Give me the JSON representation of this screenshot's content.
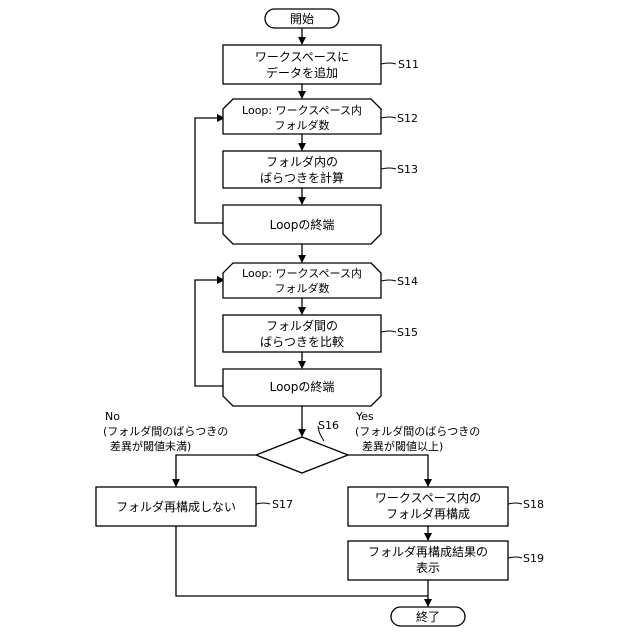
{
  "start_label": "開始",
  "end_label": "終了",
  "steps": {
    "s11": {
      "ref": "S11",
      "line1": "ワークスペースに",
      "line2": "データを追加"
    },
    "s12": {
      "ref": "S12",
      "line1": "Loop: ワークスペース内",
      "line2": "フォルダ数"
    },
    "s13": {
      "ref": "S13",
      "line1": "フォルダ内の",
      "line2": "ばらつきを計算"
    },
    "s13_end": {
      "line1": "Loopの終端"
    },
    "s14": {
      "ref": "S14",
      "line1": "Loop: ワークスペース内",
      "line2": "フォルダ数"
    },
    "s15": {
      "ref": "S15",
      "line1": "フォルダ間の",
      "line2": "ばらつきを比較"
    },
    "s15_end": {
      "line1": "Loopの終端"
    },
    "s16": {
      "ref": "S16"
    },
    "s17": {
      "ref": "S17",
      "line1": "フォルダ再構成しない"
    },
    "s18": {
      "ref": "S18",
      "line1": "ワークスペース内の",
      "line2": "フォルダ再構成"
    },
    "s19": {
      "ref": "S19",
      "line1": "フォルダ再構成結果の",
      "line2": "表示"
    }
  },
  "branches": {
    "no": {
      "label": "No",
      "cond1": "(フォルダ間のばらつきの",
      "cond2": "差異が閾値未満)"
    },
    "yes": {
      "label": "Yes",
      "cond1": "(フォルダ間のばらつきの",
      "cond2": "差異が閾値以上)"
    }
  }
}
